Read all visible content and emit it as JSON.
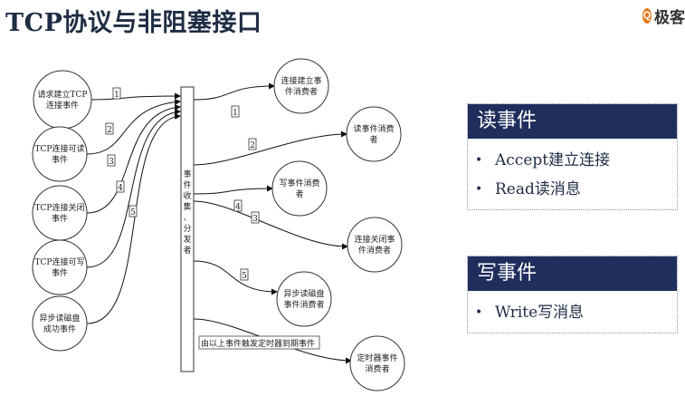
{
  "title": "TCP协议与非阻塞接口",
  "logo": {
    "mark": "Q",
    "text": "极客"
  },
  "diagram": {
    "sources": [
      "请求建立TCP\n连接事件",
      "TCP连接可读\n事件",
      "TCP连接关闭\n事件",
      "TCP连接可写\n事件",
      "异步读磁盘\n成功事件"
    ],
    "source_edge_labels": [
      "1",
      "2",
      "3",
      "4",
      "5"
    ],
    "hub_label": "事件收集、分发者",
    "targets": [
      "连接建立事\n件消费者",
      "读事件消费\n者",
      "写事件消费\n者",
      "连接关闭事\n件消费者",
      "异步读磁盘\n事件消费者",
      "定时器事件\n消费者"
    ],
    "target_edge_labels": [
      "1",
      "2",
      "4",
      "3",
      "5"
    ],
    "timer_note": "由以上事件触发定时器到期事件"
  },
  "panels": {
    "read": {
      "title": "读事件",
      "items": [
        "Accept建立连接",
        "Read读消息"
      ]
    },
    "write": {
      "title": "写事件",
      "items": [
        "Write写消息"
      ]
    }
  }
}
